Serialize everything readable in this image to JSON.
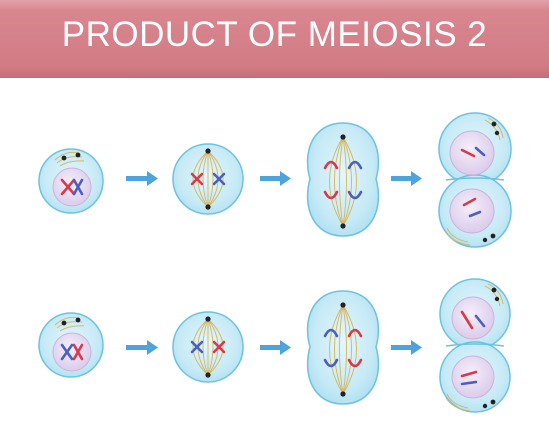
{
  "title": "PRODUCT OF MEIOSIS 2",
  "colors": {
    "banner": "#d98790",
    "cell_fill": "#cfeef8",
    "cell_stroke": "#6cc3e0",
    "nucleus": "#e2d6ee",
    "spindle": "#d6b45a",
    "arrow": "#4da3db",
    "chromosome_red": "#d9394a",
    "chromosome_blue": "#4a5fc1"
  },
  "rows": [
    {
      "stages": [
        "prophase-2",
        "metaphase-2",
        "anaphase-2",
        "telophase-2"
      ],
      "chromosome_colors": [
        "red",
        "blue"
      ]
    },
    {
      "stages": [
        "prophase-2",
        "metaphase-2",
        "anaphase-2",
        "telophase-2"
      ],
      "chromosome_colors": [
        "blue",
        "red"
      ]
    }
  ]
}
